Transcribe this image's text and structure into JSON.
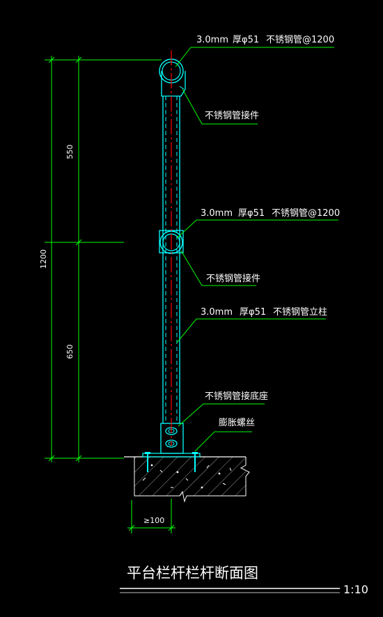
{
  "annotations": {
    "top_rail": {
      "thickness": "3.0mm",
      "spec": "厚φ51",
      "name": "不锈钢管@1200"
    },
    "connector_top": "不锈钢管接件",
    "mid_rail": {
      "thickness": "3.0mm",
      "spec": "厚φ51",
      "name": "不锈钢管@1200"
    },
    "connector_mid": "不锈钢管接件",
    "post": {
      "thickness": "3.0mm",
      "spec": "厚φ51",
      "name": "不锈钢管立柱"
    },
    "base_connector": "不锈钢管接底座",
    "anchor_bolt": "膨胀螺丝"
  },
  "dimensions": {
    "total_height": "1200",
    "upper_segment": "550",
    "lower_segment": "650",
    "embed_width": "≥100"
  },
  "title": {
    "text": "平台栏杆栏杆断面图",
    "scale": "1:10"
  },
  "colors": {
    "background": "#000000",
    "pipe": "#00ffff",
    "centerline": "#ff0000",
    "leader": "#00ff00",
    "dimension": "#00ff00",
    "text": "#ffffff",
    "concrete": "#ffffff"
  }
}
